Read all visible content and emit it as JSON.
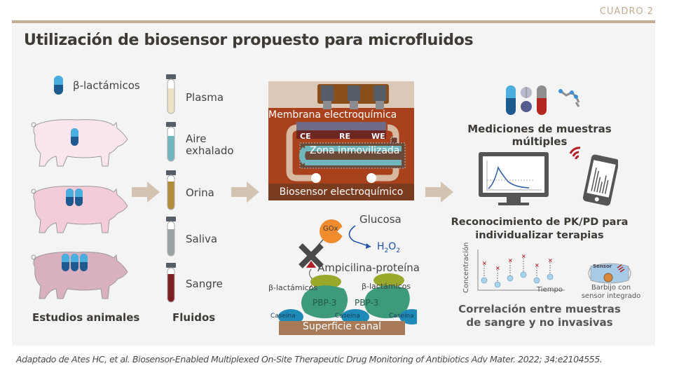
{
  "header": {
    "label": "CUADRO 2",
    "title": "Utilización de biosensor propuesto para microfluidos"
  },
  "legend": {
    "drug_label": "β-lactámicos"
  },
  "animals": {
    "section_label": "Estudios animales",
    "pigs": [
      {
        "capsules": 1,
        "body_color": "#fbe6f0"
      },
      {
        "capsules": 2,
        "body_color": "#f3ccd8"
      },
      {
        "capsules": 3,
        "body_color": "#d9b0bf"
      }
    ]
  },
  "fluids": {
    "section_label": "Fluidos",
    "items": [
      {
        "label": "Plasma",
        "color": "#ece3c6"
      },
      {
        "label": "Aire exhalado",
        "label_line1": "Aire",
        "label_line2": "exhalado",
        "color": "#6fb6bd"
      },
      {
        "label": "Orina",
        "color": "#b08d3a"
      },
      {
        "label": "Saliva",
        "color": "#9aa3a4"
      },
      {
        "label": "Sangre",
        "color": "#7b1f22"
      }
    ]
  },
  "biosensor": {
    "membrane_label": "Membrana electroquímica",
    "electrodes": [
      "CE",
      "RE",
      "WE"
    ],
    "zone_label": "Zona inmovilizada",
    "footer_label": "Biosensor electroquímico"
  },
  "mechanism": {
    "enzyme": "GOx",
    "substrate": "Glucosa",
    "product": "H2O2",
    "conjugate": "Ampicilina-proteína",
    "drug_labels": [
      "β-lactámicos",
      "β-lactámicos"
    ],
    "protein_labels": [
      "PBP-3",
      "PBP-3"
    ],
    "casein_labels": [
      "Caseína",
      "Caseína",
      "Caseína"
    ],
    "surface_label": "Superficie canal"
  },
  "outputs": {
    "multi_samples_label": "Mediciones de muestras múltiples",
    "pkpd_line1": "Reconocimiento de PK/PD para",
    "pkpd_line2": "individualizar terapias",
    "correlation_line1": "Correlación entre muestras",
    "correlation_line2": "de sangre y no invasivas",
    "plot_ylabel": "Concentración",
    "plot_xlabel": "Tiempo",
    "mask_sensor_label": "Sensor",
    "mask_line1": "Barbijo con",
    "mask_line2": "sensor integrado"
  },
  "caption": "Adaptado de Ates HC, et al. Biosensor-Enabled Multiplexed On-Site Therapeutic Drug Monitoring of Antibiotics Adv Mater. 2022; 34:e2104555.",
  "colors": {
    "accent_tan": "#c4ae93",
    "arrow": "#d3c4b2",
    "capsule_light": "#4aaede",
    "capsule_dark": "#1c5a8f",
    "sensor_bg": "#a8411c",
    "sensor_footer": "#7a3b1e"
  }
}
